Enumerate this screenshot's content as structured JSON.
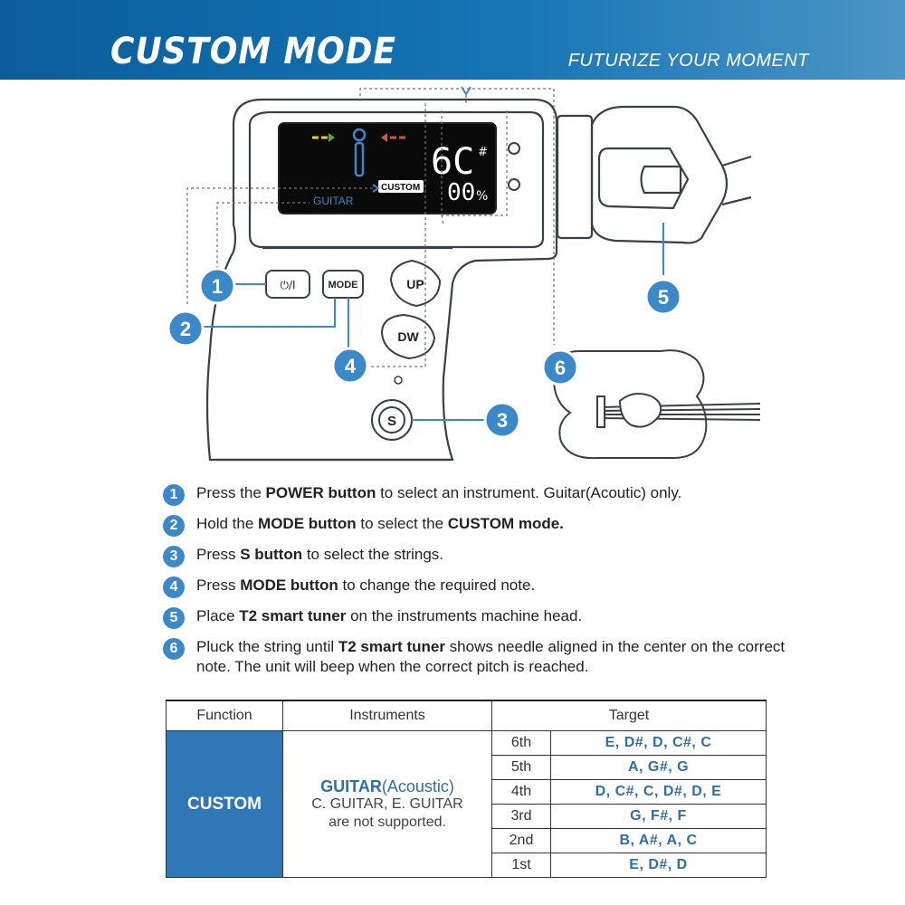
{
  "header": {
    "title": "CUSTOM MODE",
    "tagline": "FUTURIZE YOUR MOMENT"
  },
  "device": {
    "note_display": "6C",
    "sharp": "#",
    "cents": "00",
    "percent": "%",
    "instrument_label": "GUITAR",
    "mode_label": "CUSTOM",
    "buttons": {
      "power": "⏻/I",
      "mode": "MODE",
      "up": "UP",
      "down": "DW",
      "s": "S"
    },
    "callouts": [
      "1",
      "2",
      "3",
      "4",
      "5",
      "6"
    ]
  },
  "steps": [
    {
      "num": "1",
      "parts": [
        {
          "t": "Press the ",
          "b": false
        },
        {
          "t": "POWER button",
          "b": true
        },
        {
          "t": " to select an instrument. Guitar(Acoutic) only.",
          "b": false
        }
      ]
    },
    {
      "num": "2",
      "parts": [
        {
          "t": "Hold the ",
          "b": false
        },
        {
          "t": "MODE button",
          "b": true
        },
        {
          "t": " to select the ",
          "b": false
        },
        {
          "t": "CUSTOM mode.",
          "b": true
        }
      ]
    },
    {
      "num": "3",
      "parts": [
        {
          "t": "Press ",
          "b": false
        },
        {
          "t": "S button",
          "b": true
        },
        {
          "t": " to select the strings.",
          "b": false
        }
      ]
    },
    {
      "num": "4",
      "parts": [
        {
          "t": "Press ",
          "b": false
        },
        {
          "t": "MODE button",
          "b": true
        },
        {
          "t": " to change the required note.",
          "b": false
        }
      ]
    },
    {
      "num": "5",
      "parts": [
        {
          "t": "Place ",
          "b": false
        },
        {
          "t": "T2 smart tuner",
          "b": true
        },
        {
          "t": " on the instruments machine head.",
          "b": false
        }
      ]
    },
    {
      "num": "6",
      "parts": [
        {
          "t": "Pluck the string until ",
          "b": false
        },
        {
          "t": "T2 smart tuner",
          "b": true
        },
        {
          "t": " shows needle aligned in the center on the correct note. The unit will beep when the correct pitch is reached.",
          "b": false
        }
      ]
    }
  ],
  "table": {
    "headers": {
      "function": "Function",
      "instruments": "Instruments",
      "target": "Target"
    },
    "function": "CUSTOM",
    "instrument_main": "GUITAR",
    "instrument_sub": "(Acoustic)",
    "instrument_note1": "C. GUITAR, E. GUITAR",
    "instrument_note2": "are not supported.",
    "rows": [
      {
        "string": "6th",
        "target": "E, D#, D, C#, C"
      },
      {
        "string": "5th",
        "target": "A, G#, G"
      },
      {
        "string": "4th",
        "target": "D, C#, C, D#, D, E"
      },
      {
        "string": "3rd",
        "target": "G, F#, F"
      },
      {
        "string": "2nd",
        "target": "B, A#, A, C"
      },
      {
        "string": "1st",
        "target": "E, D#, D"
      }
    ]
  }
}
